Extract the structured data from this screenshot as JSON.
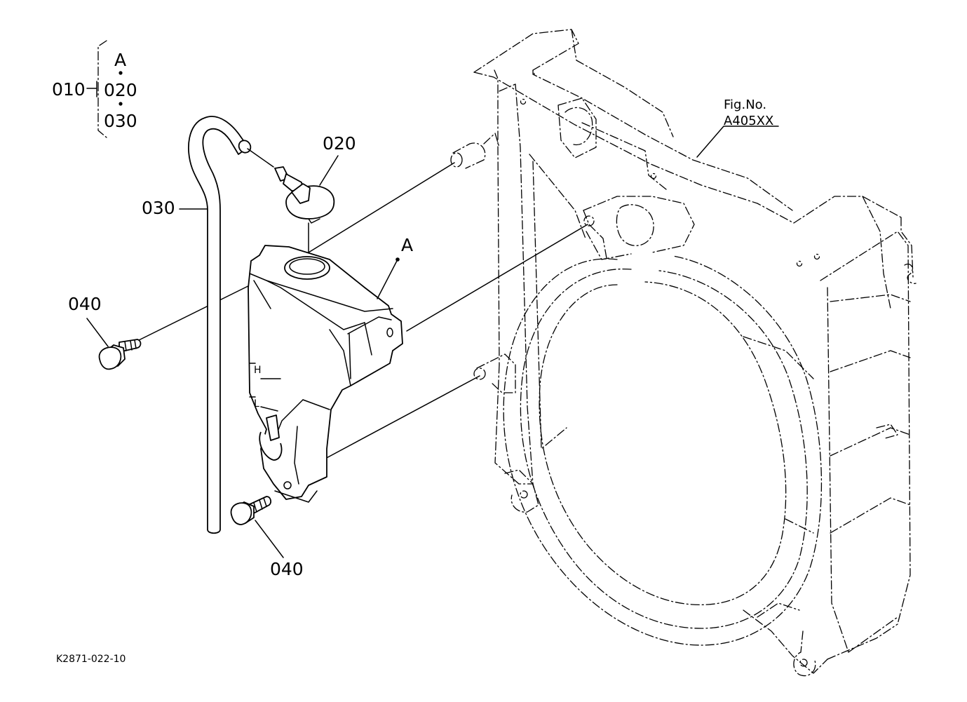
{
  "legend": {
    "parent": "010",
    "items": [
      "A",
      "020",
      "030"
    ]
  },
  "callouts": {
    "cap": "020",
    "hose": "030",
    "tank": "A",
    "bolt_left": "040",
    "bolt_bottom": "040"
  },
  "reference": {
    "line1": "Fig.No.",
    "line2": "A405XX"
  },
  "tank_marks": {
    "high": "H",
    "low": "L"
  },
  "drawing_code": "K2871-022-10"
}
